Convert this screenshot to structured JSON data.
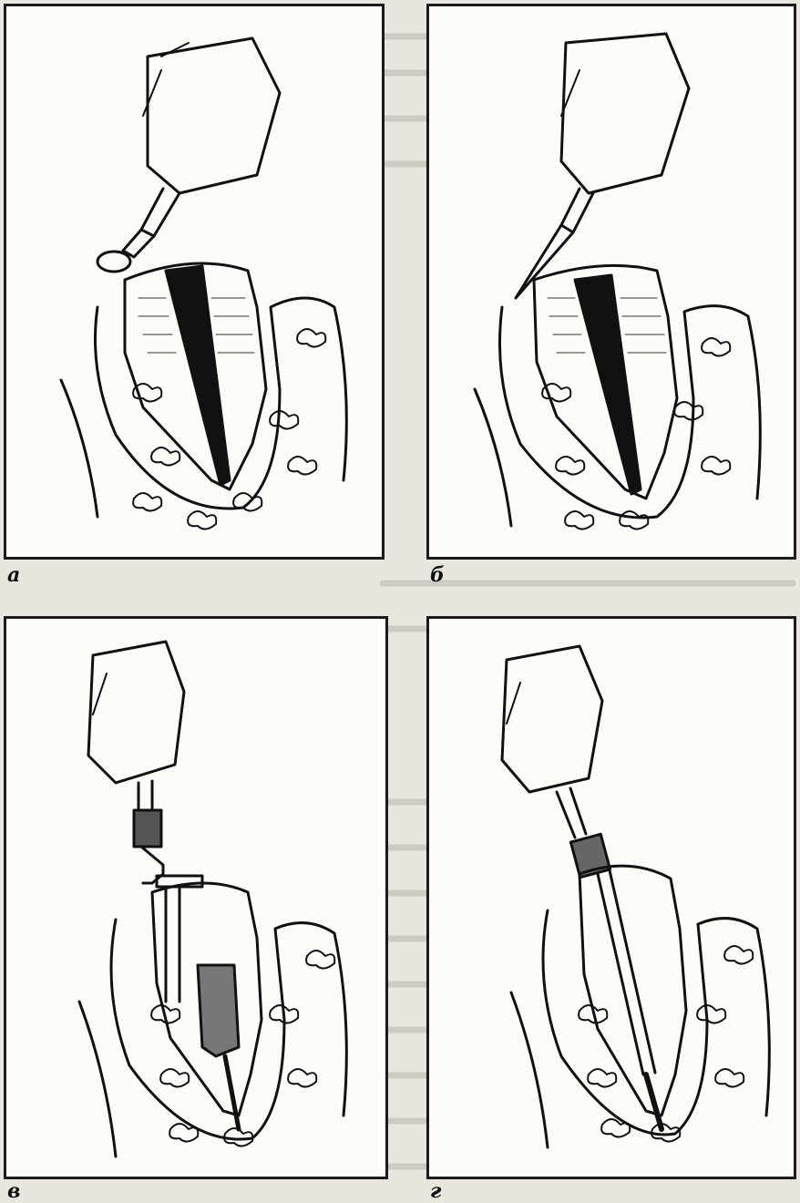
{
  "figure": {
    "panels": [
      {
        "id": "a",
        "caption": "а"
      },
      {
        "id": "b",
        "caption": "б"
      },
      {
        "id": "v",
        "caption": "в"
      },
      {
        "id": "g",
        "caption": "г"
      }
    ]
  }
}
